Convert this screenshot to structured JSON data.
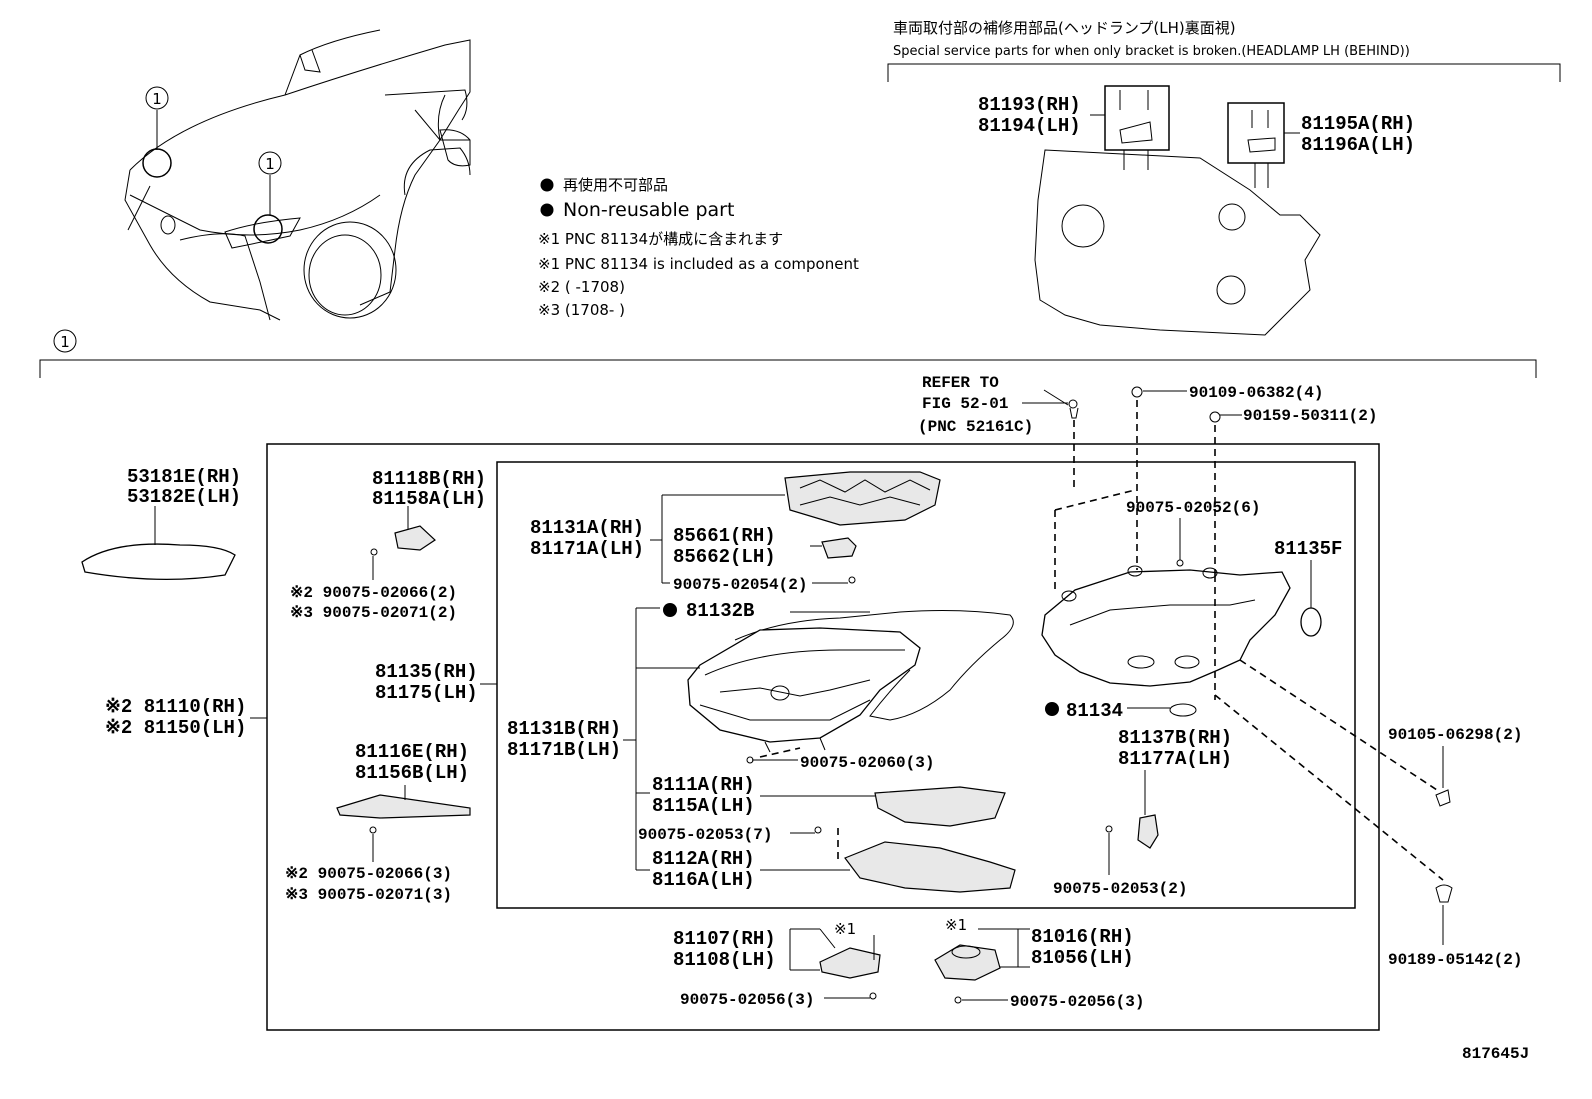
{
  "header": {
    "title_jp": "車両取付部の補修用部品(ヘッドランプ(LH)裏面視)",
    "title_en": "Special service parts for when only bracket is broken.(HEADLAMP LH (BEHIND))"
  },
  "callout": {
    "marker": "1",
    "group_marker": "1"
  },
  "legend": {
    "nonreusable_jp": "再使用不可部品",
    "nonreusable_en": "Non-reusable part",
    "note1_jp": "※1 PNC 81134が構成に含まれます",
    "note1_en": "※1 PNC 81134 is included as a component",
    "note2": "※2 (      -1708)",
    "note3": "※3 (1708-      )"
  },
  "labels": {
    "p81193": "81193(RH)",
    "p81194": "81194(LH)",
    "p81195": "81195A(RH)",
    "p81196": "81196A(LH)",
    "refer1": "REFER TO",
    "refer2": "FIG 52-01",
    "refer3": "(PNC 52161C)",
    "p90109": "90109-06382(4)",
    "p90159": "90159-50311(2)",
    "p53181": "53181E(RH)",
    "p53182": "53182E(LH)",
    "p81118": "81118B(RH)",
    "p81158": "81158A(LH)",
    "p2_66a": "※2 90075-02066(2)",
    "p3_71a": "※3 90075-02071(2)",
    "p81131a": "81131A(RH)",
    "p81171a": "81171A(LH)",
    "p85661": "85661(RH)",
    "p85662": "85662(LH)",
    "p02054": "90075-02054(2)",
    "p81132": "81132B",
    "p02052": "90075-02052(6)",
    "p81135f": "81135F",
    "p81135": "81135(RH)",
    "p81175": "81175(LH)",
    "p81110": "※2 81110(RH)",
    "p81150": "※2 81150(LH)",
    "p81131b": "81131B(RH)",
    "p81171b": "81171B(LH)",
    "p02060": "90075-02060(3)",
    "p81134": "81134",
    "p81137": "81137B(RH)",
    "p81177": "81177A(LH)",
    "p90105": "90105-06298(2)",
    "p81116e": "81116E(RH)",
    "p81156": "81156B(LH)",
    "p8111a": "8111A(RH)",
    "p8115a": "8115A(LH)",
    "p02053a": "90075-02053(7)",
    "p8112a": "8112A(RH)",
    "p8116a": "8116A(LH)",
    "p2_66b": "※2 90075-02066(3)",
    "p3_71b": "※3 90075-02071(3)",
    "p02053b": "90075-02053(2)",
    "p81107": "81107(RH)",
    "p81108": "81108(LH)",
    "star1a": "※1",
    "p81016": "81016(RH)",
    "p81056": "81056(LH)",
    "star1b": "※1",
    "p02056a": "90075-02056(3)",
    "p02056b": "90075-02056(3)",
    "p90189": "90189-05142(2)",
    "code": "817645J"
  }
}
